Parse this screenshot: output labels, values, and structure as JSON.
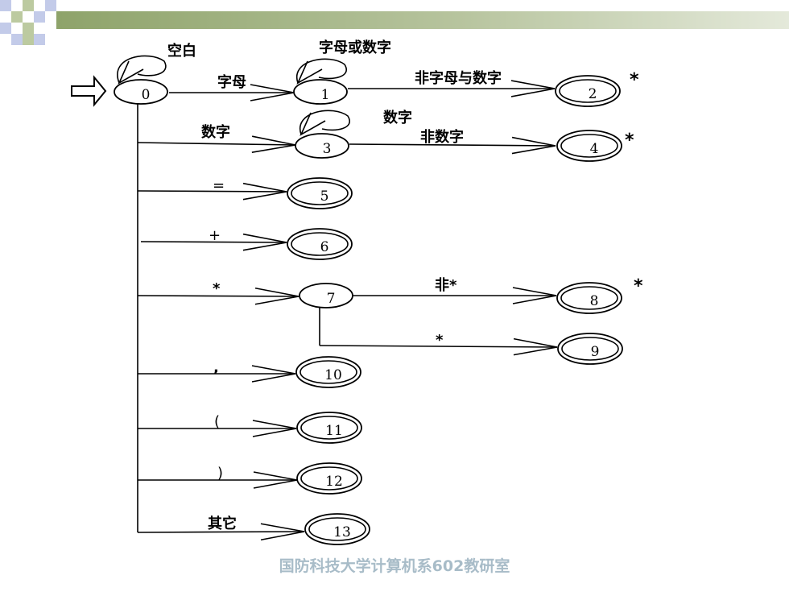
{
  "chart_data": {
    "type": "diagram",
    "diagram": "state-transition",
    "states": [
      {
        "id": "0",
        "accepting": false,
        "start": true,
        "retract": false
      },
      {
        "id": "1",
        "accepting": false,
        "retract": false
      },
      {
        "id": "2",
        "accepting": true,
        "retract": true
      },
      {
        "id": "3",
        "accepting": false,
        "retract": false
      },
      {
        "id": "4",
        "accepting": true,
        "retract": true
      },
      {
        "id": "5",
        "accepting": true,
        "retract": false
      },
      {
        "id": "6",
        "accepting": true,
        "retract": false
      },
      {
        "id": "7",
        "accepting": false,
        "retract": false
      },
      {
        "id": "8",
        "accepting": true,
        "retract": true
      },
      {
        "id": "9",
        "accepting": true,
        "retract": false
      },
      {
        "id": "10",
        "accepting": true,
        "retract": false
      },
      {
        "id": "11",
        "accepting": true,
        "retract": false
      },
      {
        "id": "12",
        "accepting": true,
        "retract": false
      },
      {
        "id": "13",
        "accepting": true,
        "retract": false
      }
    ],
    "retract_mark": "*",
    "transitions": [
      {
        "from": "0",
        "to": "0",
        "label": "空白"
      },
      {
        "from": "0",
        "to": "1",
        "label": "字母"
      },
      {
        "from": "1",
        "to": "1",
        "label": "字母或数字"
      },
      {
        "from": "1",
        "to": "2",
        "label": "非字母与数字"
      },
      {
        "from": "0",
        "to": "3",
        "label": "数字"
      },
      {
        "from": "3",
        "to": "3",
        "label": "数字"
      },
      {
        "from": "3",
        "to": "4",
        "label": "非数字"
      },
      {
        "from": "0",
        "to": "5",
        "label": "="
      },
      {
        "from": "0",
        "to": "6",
        "label": "+"
      },
      {
        "from": "0",
        "to": "7",
        "label": "*"
      },
      {
        "from": "7",
        "to": "8",
        "label": "非*"
      },
      {
        "from": "7",
        "to": "9",
        "label": "*"
      },
      {
        "from": "0",
        "to": "10",
        "label": ","
      },
      {
        "from": "0",
        "to": "11",
        "label": "("
      },
      {
        "from": "0",
        "to": "12",
        "label": ")"
      },
      {
        "from": "0",
        "to": "13",
        "label": "其它"
      }
    ]
  },
  "footer": "国防科技大学计算机系602教研室",
  "colors": {
    "bar_dark": "#8ea36a",
    "bar_light": "#e4e9da",
    "square_blue": "#c3cbe9",
    "square_green": "#bccaa0",
    "footer": "#a8bcc8"
  }
}
